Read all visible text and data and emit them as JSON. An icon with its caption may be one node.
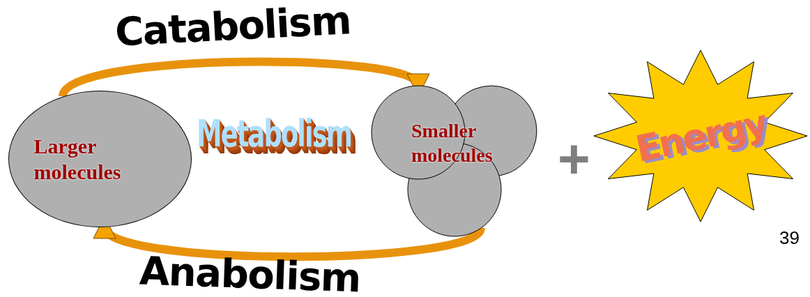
{
  "diagram": {
    "nodes": [
      {
        "text": [
          "Larger molecules"
        ]
      },
      {
        "text": [
          "Smaller molecules"
        ]
      },
      {
        "text": [
          "Energy"
        ]
      }
    ],
    "edges": [
      {
        "from": 0,
        "to": 1,
        "arrow": "to",
        "label": "Catabolism"
      },
      {
        "from": 1,
        "to": 0,
        "arrow": "to",
        "label": "Anabolism"
      }
    ],
    "labels": [
      "Metabolism",
      "+",
      "39"
    ]
  }
}
